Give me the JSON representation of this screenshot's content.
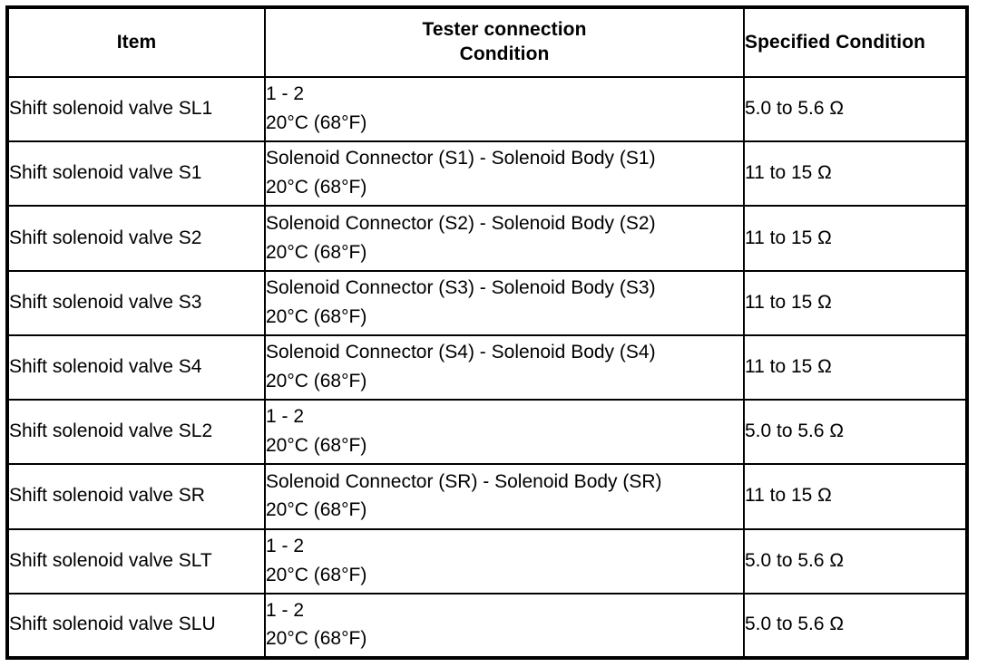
{
  "table": {
    "headers": {
      "item": "Item",
      "tester_line1": "Tester connection",
      "tester_line2": "Condition",
      "specified": "Specified Condition"
    },
    "rows": [
      {
        "item": "Shift solenoid valve SL1",
        "connection": "1 - 2",
        "condition": "20°C (68°F)",
        "specified": "5.0 to 5.6 Ω"
      },
      {
        "item": "Shift solenoid valve S1",
        "connection": "Solenoid Connector (S1) - Solenoid Body (S1)",
        "condition": "20°C (68°F)",
        "specified": "11 to 15 Ω"
      },
      {
        "item": "Shift solenoid valve S2",
        "connection": "Solenoid Connector (S2) - Solenoid Body (S2)",
        "condition": "20°C (68°F)",
        "specified": "11 to 15 Ω"
      },
      {
        "item": "Shift solenoid valve S3",
        "connection": "Solenoid Connector (S3) - Solenoid Body (S3)",
        "condition": "20°C (68°F)",
        "specified": "11 to 15 Ω"
      },
      {
        "item": "Shift solenoid valve S4",
        "connection": "Solenoid Connector (S4) - Solenoid Body (S4)",
        "condition": "20°C (68°F)",
        "specified": "11 to 15 Ω"
      },
      {
        "item": "Shift solenoid valve SL2",
        "connection": "1 - 2",
        "condition": "20°C (68°F)",
        "specified": "5.0 to 5.6 Ω"
      },
      {
        "item": "Shift solenoid valve SR",
        "connection": "Solenoid Connector (SR) - Solenoid Body (SR)",
        "condition": "20°C (68°F)",
        "specified": "11 to 15 Ω"
      },
      {
        "item": "Shift solenoid valve SLT",
        "connection": "1 - 2",
        "condition": "20°C (68°F)",
        "specified": "5.0 to 5.6 Ω"
      },
      {
        "item": "Shift solenoid valve SLU",
        "connection": "1 - 2",
        "condition": "20°C (68°F)",
        "specified": "5.0 to 5.6 Ω"
      }
    ]
  }
}
